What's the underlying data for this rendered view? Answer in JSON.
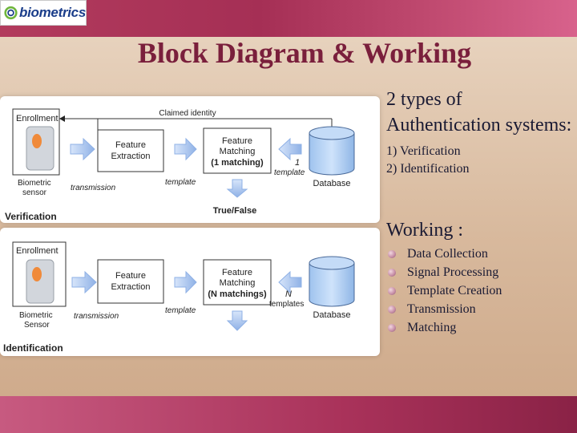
{
  "logo": {
    "text": "biometrics"
  },
  "slide": {
    "title": "Block Diagram & Working"
  },
  "authentication": {
    "heading": "2 types of Authentication systems:",
    "types": [
      "1) Verification",
      "2) Identification"
    ]
  },
  "working": {
    "heading": "Working :",
    "steps": [
      "Data Collection",
      "Signal Processing",
      "Template Creation",
      "Transmission",
      "Matching"
    ]
  },
  "diagram_verification": {
    "section_label": "Verification",
    "enrollment": "Enrollment",
    "sensor_line1": "Biometric",
    "sensor_line2": "sensor",
    "transmission": "transmission",
    "feature_extraction_line1": "Feature",
    "feature_extraction_line2": "Extraction",
    "template_label": "template",
    "matching_line1": "Feature",
    "matching_line2": "Matching",
    "matching_line3": "(1 matching)",
    "claimed_identity": "Claimed identity",
    "db_count": "1",
    "db_template": "template",
    "database": "Database",
    "result": "True/False"
  },
  "diagram_identification": {
    "section_label": "Identification",
    "enrollment": "Enrollment",
    "sensor_line1": "Biometric",
    "sensor_line2": "Sensor",
    "transmission": "transmission",
    "feature_extraction_line1": "Feature",
    "feature_extraction_line2": "Extraction",
    "template_label": "template",
    "matching_line1": "Feature",
    "matching_line2": "Matching",
    "matching_line3": "(N matchings)",
    "db_count": "N",
    "db_template": "templates",
    "database": "Database"
  },
  "colors": {
    "title": "#7a1f3c",
    "band": "#a52f55",
    "arrow": "#a9c4ee"
  }
}
